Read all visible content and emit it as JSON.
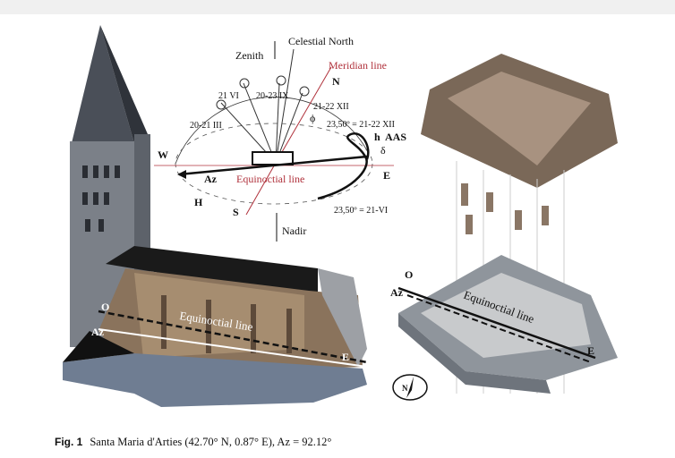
{
  "diagram": {
    "zenith": "Zenith",
    "celestial_north": "Celestial North",
    "meridian_line": "Meridian line",
    "north": "N",
    "sun_21_vi": "21 VI",
    "sun_20_23_ix": "20-23 IX",
    "sun_21_22_xii": "21-22 XII",
    "phi": "ϕ",
    "eq_winter": "23,50º = 21-22 XII",
    "sun_20_21_iii": "20-21 III",
    "h": "h",
    "aas": "AAS",
    "delta": "δ",
    "west": "W",
    "east": "E",
    "az": "Az",
    "equinoctial_line": "Equinoctial line",
    "h_label": "H",
    "south": "S",
    "eq_summer": "23,50º = 21-VI",
    "nadir": "Nadir"
  },
  "left_model": {
    "o": "O",
    "az": "Az",
    "equinoctial_line": "Equinoctial line",
    "e": "E"
  },
  "right_model": {
    "o": "O",
    "az": "Az",
    "equinoctial_line": "Equinoctial line",
    "e": "E"
  },
  "compass": {
    "n": "N"
  },
  "caption": {
    "fig": "Fig. 1",
    "text": "Santa Maria d'Arties (42.70° N, 0.87° E), Az = 92.12°"
  }
}
